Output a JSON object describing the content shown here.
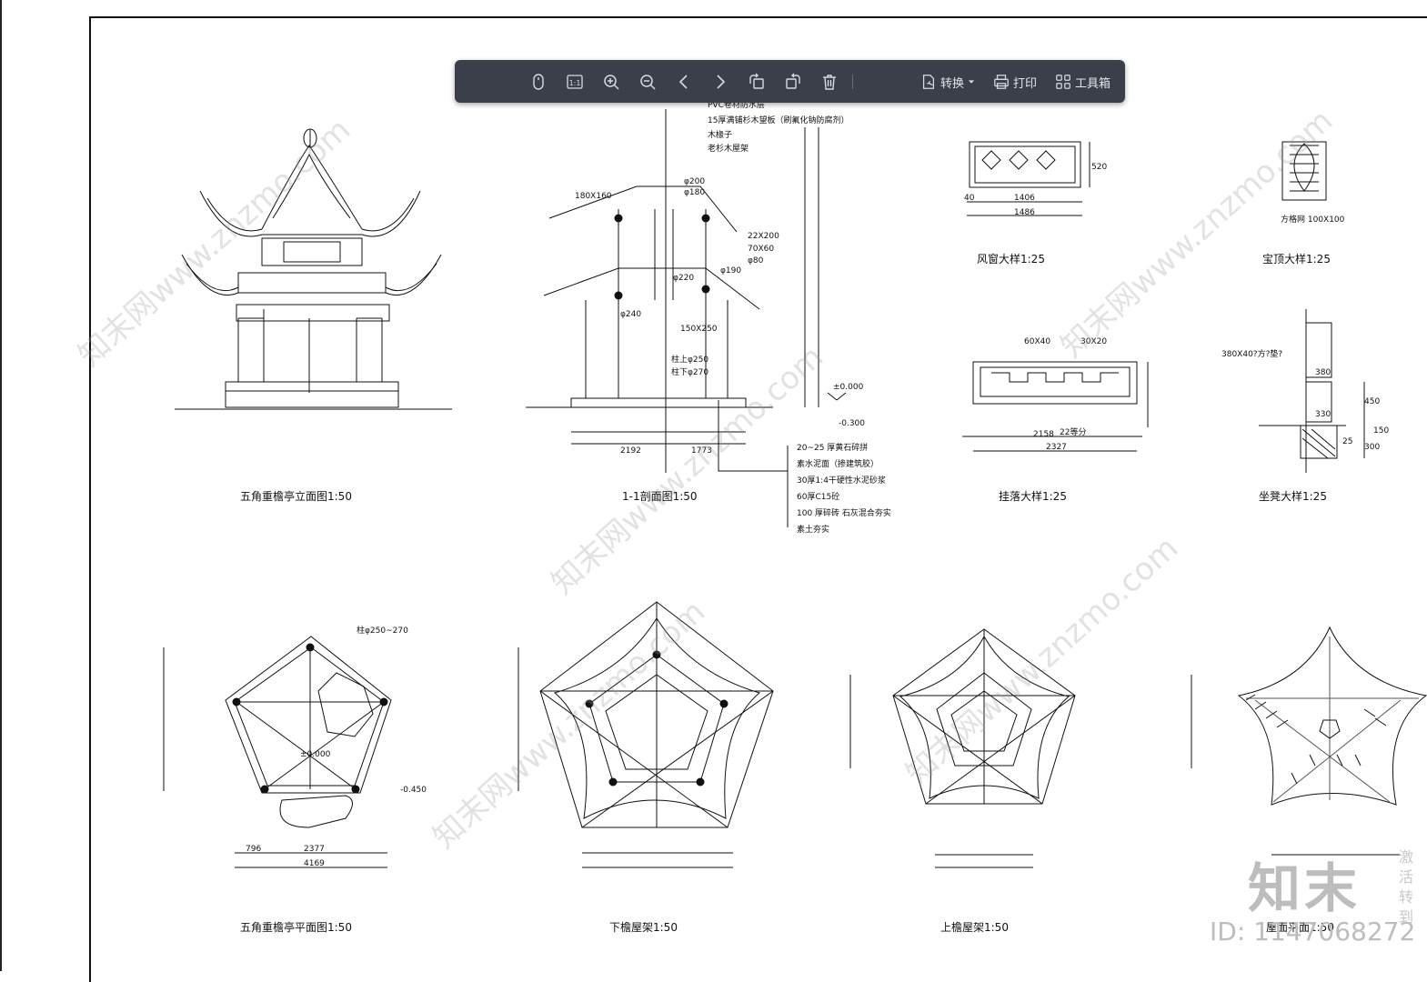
{
  "toolbar": {
    "convert_label": "转换",
    "print_label": "打印",
    "toolbox_label": "工具箱",
    "ratio_label": "1:1"
  },
  "captions": {
    "elevation": "五角重檐亭立面图1:50",
    "section": "1-1剖面图1:50",
    "window": "风窗大样1:25",
    "finial": "宝顶大样1:25",
    "railing": "挂落大样1:25",
    "bench": "坐凳大样1:25",
    "plan": "五角重檐亭平面图1:50",
    "lower_frame": "下檐屋架1:50",
    "upper_frame": "上檐屋架1:50",
    "roof_plan": "屋面平面1:50"
  },
  "section_notes": [
    "PVC卷材防水层",
    "15厚满铺杉木望板（刷氟化钠防腐剂）",
    "木椽子",
    "老杉木屋架"
  ],
  "section_dims": {
    "d1": "180X160",
    "d2": "φ200",
    "d3": "φ180",
    "d4": "22X200",
    "d5": "70X60",
    "d6": "φ80",
    "d7": "φ190",
    "d8": "φ220",
    "d9": "φ240",
    "d10": "150X250",
    "d11": "柱上φ250",
    "d12": "柱下φ270",
    "level0": "±0.000",
    "level1": "-0.300",
    "bot1": "2192",
    "bot2": "1773"
  },
  "floor_notes": [
    "20~25 厚黄石碎拼",
    "素水泥面（掺建筑胶）",
    "30厚1:4干硬性水泥砂浆",
    "60厚C15砼",
    "100 厚碎砖 石灰混合夯实",
    "素土夯实"
  ],
  "window_dims": {
    "w1": "1406",
    "w2": "1486",
    "h": "520",
    "side": "40"
  },
  "finial_note": "方格网 100X100",
  "railing_dims": {
    "a": "60X40",
    "b": "30X20",
    "c": "2158",
    "d": "22等分",
    "e": "2327"
  },
  "bench_dims": {
    "a": "380X40?方?垫?",
    "b": "380",
    "c": "330",
    "d": "450",
    "e": "150",
    "f": "300",
    "g": "25"
  },
  "plan_dims": {
    "col": "柱φ250~270",
    "lvl": "±0.000",
    "lvl2": "-0.450",
    "a": "796",
    "b": "2377",
    "c": "4169"
  },
  "watermark": {
    "logo": "知末",
    "id": "ID: 1147068272",
    "side1": "激活",
    "side2": "转到",
    "diag": "知末网www.znzmo.com"
  }
}
